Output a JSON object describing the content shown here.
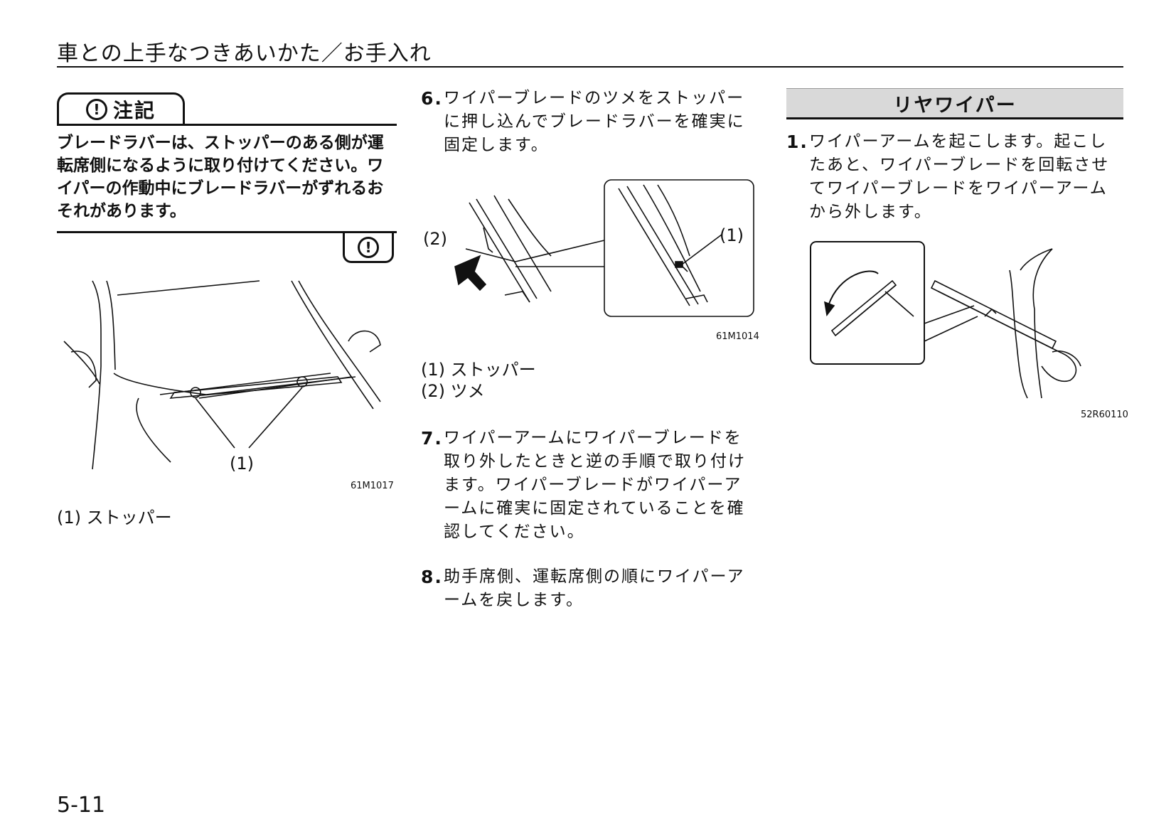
{
  "header": {
    "title": "車との上手なつきあいかた／お手入れ"
  },
  "caution": {
    "symbol": "!",
    "label": "注記",
    "text": "ブレードラバーは、ストッパーのある側が運転席側になるように取り付けてください。ワイパーの作動中にブレードラバーがずれるおそれがあります。"
  },
  "figure1": {
    "callout": "(1)",
    "code": "61M1017",
    "legend": [
      "(1) ストッパー"
    ]
  },
  "steps": [
    {
      "num": "6.",
      "text": "ワイパーブレードのツメをストッパーに押し込んでブレードラバーを確実に固定します。"
    },
    {
      "num": "7.",
      "text": "ワイパーアームにワイパーブレードを取り外したときと逆の手順で取り付けます。ワイパーブレードがワイパーアームに確実に固定されていることを確認してください。"
    },
    {
      "num": "8.",
      "text": "助手席側、運転席側の順にワイパーアームを戻します。"
    }
  ],
  "figure2": {
    "callout1": "(1)",
    "callout2": "(2)",
    "code": "61M1014",
    "legend": [
      "(1) ストッパー",
      "(2) ツメ"
    ]
  },
  "rear": {
    "heading": "リヤワイパー",
    "step": {
      "num": "1.",
      "text": "ワイパーアームを起こします。起こしたあと、ワイパーブレードを回転させてワイパーブレードをワイパーアームから外します。"
    }
  },
  "figure3": {
    "code": "52R60110"
  },
  "page": {
    "number": "5-11"
  }
}
